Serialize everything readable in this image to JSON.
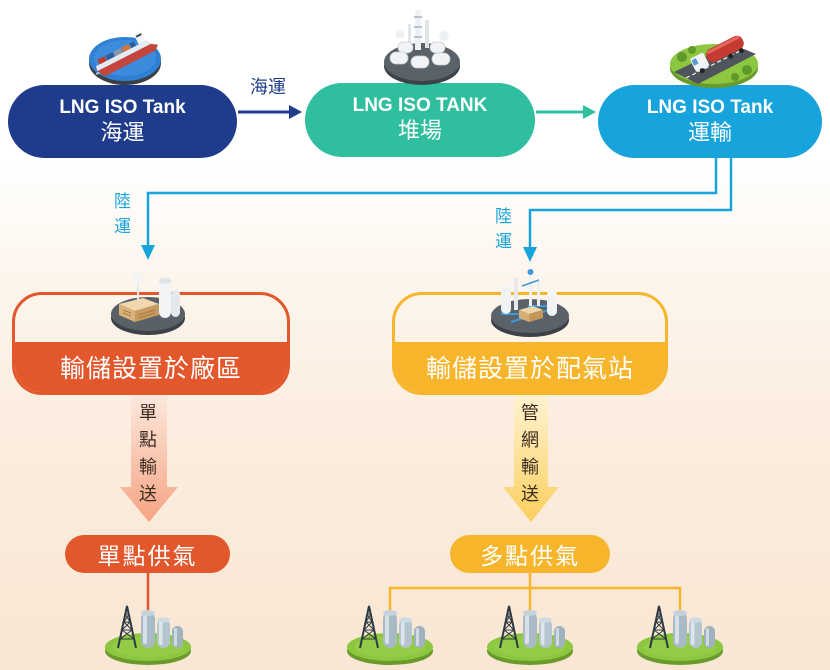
{
  "colors": {
    "navy": "#1f3c8c",
    "teal": "#2fbf9f",
    "sky": "#17a3db",
    "orange": "#e2572c",
    "yellow": "#f7b52c",
    "orange_pale": "#f6ab8d",
    "yellow_pale": "#fcd470",
    "green": "#8cc63f",
    "label_dark": "#3b2c22"
  },
  "top_nodes": [
    {
      "title": "LNG ISO Tank",
      "subtitle": "海運",
      "icon": "cargo-ship-icon"
    },
    {
      "title": "LNG ISO TANK",
      "subtitle": "堆場",
      "icon": "tank-yard-icon"
    },
    {
      "title": "LNG ISO Tank",
      "subtitle": "運輸",
      "icon": "truck-icon"
    }
  ],
  "sea_arrow": {
    "label": "海運"
  },
  "land_routes": [
    {
      "label": "陸運"
    },
    {
      "label": "陸運"
    }
  ],
  "storage_boxes": [
    {
      "label": "輸儲設置於廠區",
      "icon": "factory-icon"
    },
    {
      "label": "輸儲設置於配氣站",
      "icon": "gas-station-icon"
    }
  ],
  "delivery_arrows": [
    {
      "label": "單點輸送"
    },
    {
      "label": "管網輸送"
    }
  ],
  "supply_modes": [
    {
      "label": "單點供氣"
    },
    {
      "label": "多點供氣"
    }
  ],
  "endpoint_icon": "gas-facility-icon"
}
